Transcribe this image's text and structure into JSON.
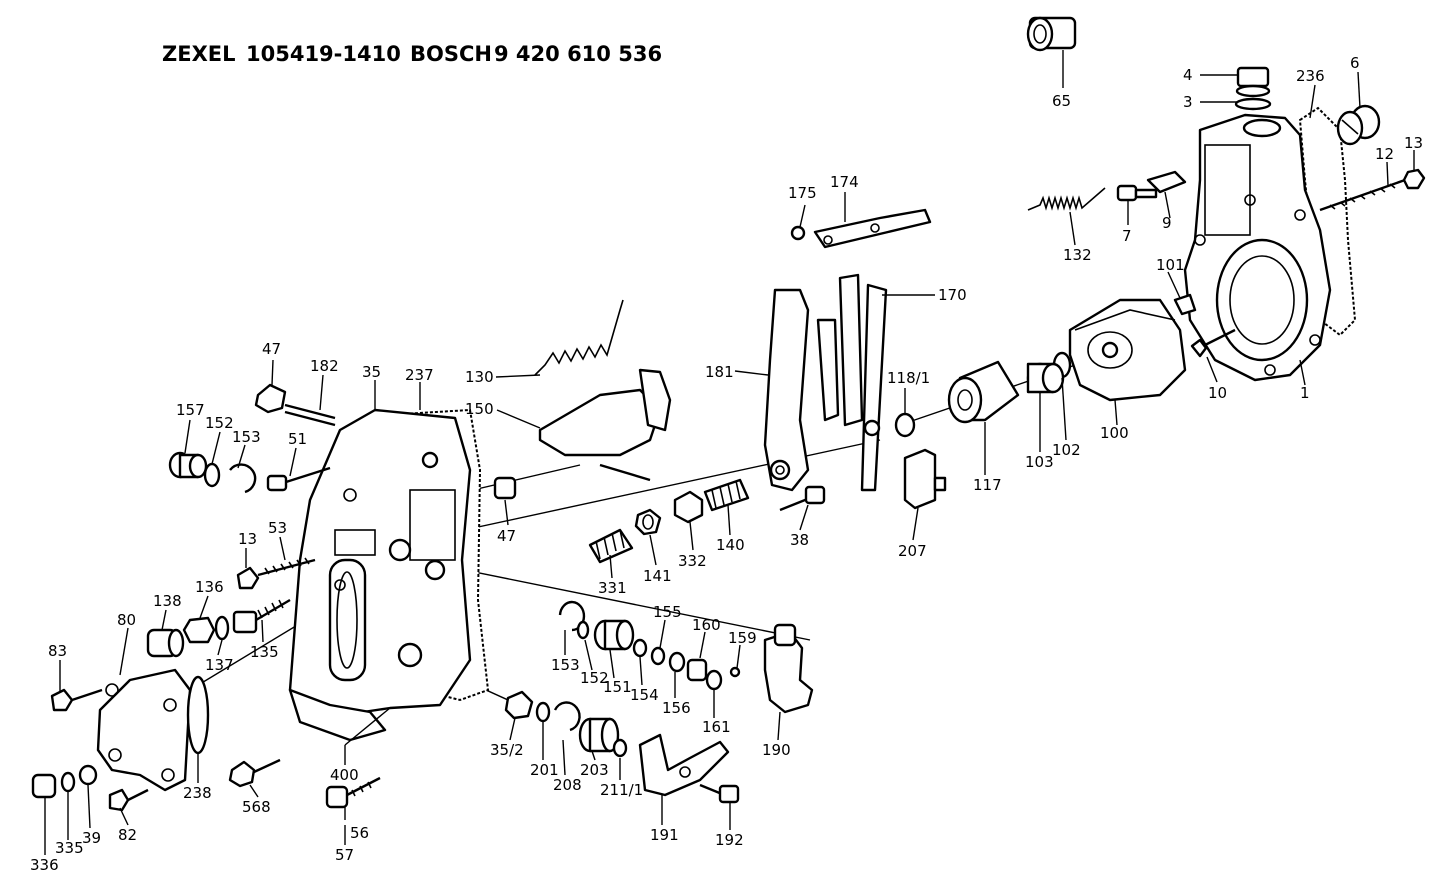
{
  "header": {
    "brand1": "ZEXEL",
    "num1": "105419-1410",
    "brand2": "BOSCH",
    "num2": "9 420 610 536"
  },
  "labels": {
    "p65": "65",
    "p4": "4",
    "p3": "3",
    "p236": "236",
    "p6": "6",
    "p12": "12",
    "p13a": "13",
    "p175": "175",
    "p174": "174",
    "p7": "7",
    "p9": "9",
    "p132": "132",
    "p170": "170",
    "p101": "101",
    "p181": "181",
    "p118": "118/1",
    "p10": "10",
    "p1": "1",
    "p100": "100",
    "p102": "102",
    "p103": "103",
    "p117": "117",
    "p130": "130",
    "p150": "150",
    "p47a": "47",
    "p182": "182",
    "p35": "35",
    "p237": "237",
    "p157": "157",
    "p152a": "152",
    "p153a": "153",
    "p51": "51",
    "p47b": "47",
    "p38": "38",
    "p207": "207",
    "p140": "140",
    "p332": "332",
    "p141": "141",
    "p331": "331",
    "p13b": "13",
    "p53": "53",
    "p138": "138",
    "p136": "136",
    "p137": "137",
    "p135": "135",
    "p80": "80",
    "p83": "83",
    "p155": "155",
    "p160": "160",
    "p159": "159",
    "p153b": "153",
    "p152b": "152",
    "p151": "151",
    "p154": "154",
    "p156": "156",
    "p161": "161",
    "p190": "190",
    "p35_2": "35/2",
    "p201": "201",
    "p208": "208",
    "p203": "203",
    "p211": "211/1",
    "p191": "191",
    "p192": "192",
    "p238": "238",
    "p568": "568",
    "p400": "400",
    "p56": "56",
    "p57": "57",
    "p336": "336",
    "p335": "335",
    "p39": "39",
    "p82": "82"
  }
}
